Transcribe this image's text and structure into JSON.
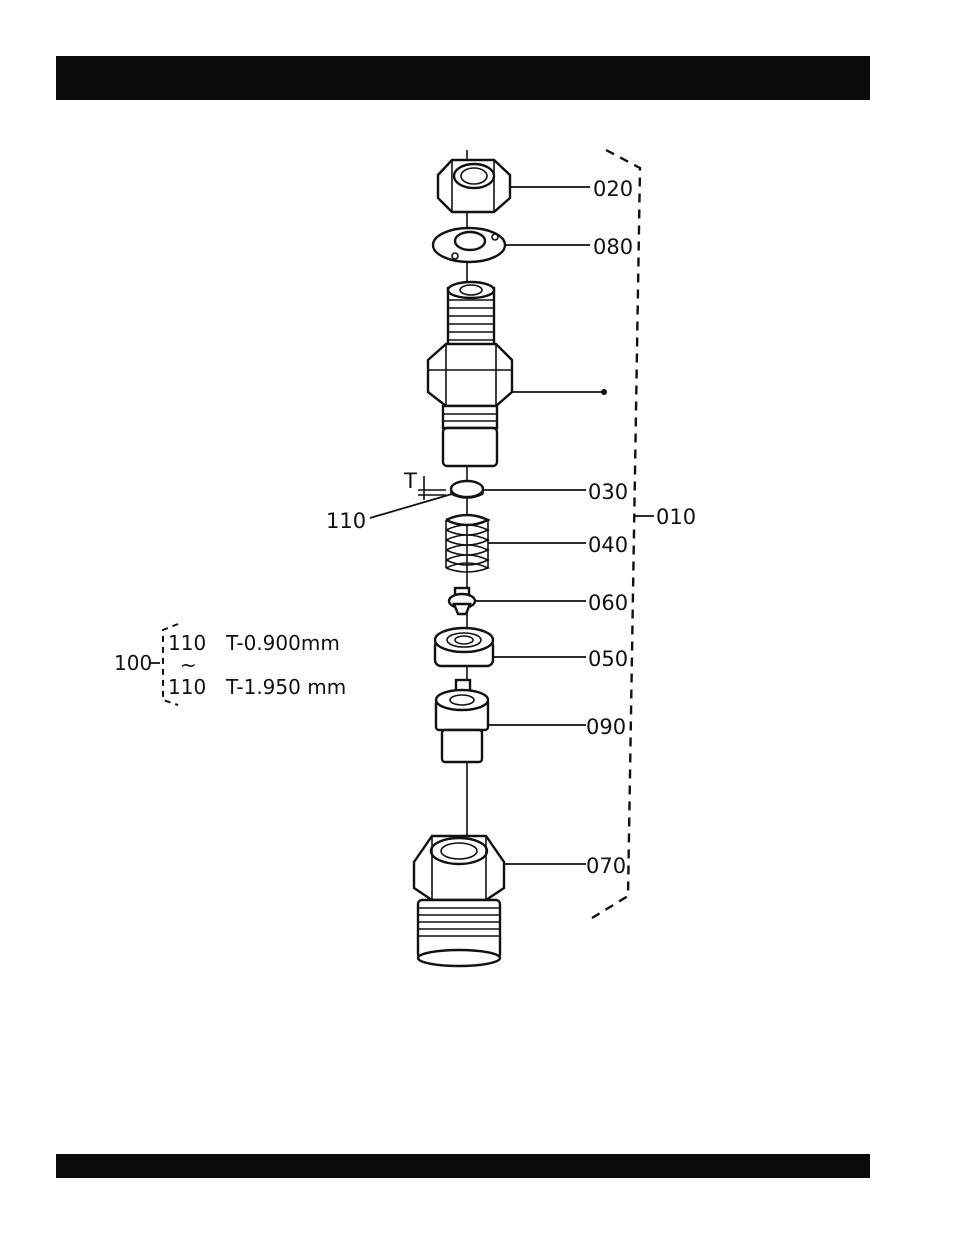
{
  "callouts": {
    "nut_top": "020",
    "washer": "080",
    "shim": "030",
    "spring": "040",
    "valve": "060",
    "seat": "050",
    "nozzle_tip": "090",
    "retaining_nut": "070",
    "assembly": "010",
    "shim_ref": "110",
    "thickness_mark": "T"
  },
  "shim_kit": {
    "kit_no": "100",
    "row1_part": "110",
    "row1_spec": "T-0.900mm",
    "range_mark": "~",
    "row2_part": "110",
    "row2_spec": "T-1.950 mm"
  },
  "colors": {
    "bars": "#0b0b0b",
    "ink": "#111111",
    "paper": "#ffffff"
  }
}
